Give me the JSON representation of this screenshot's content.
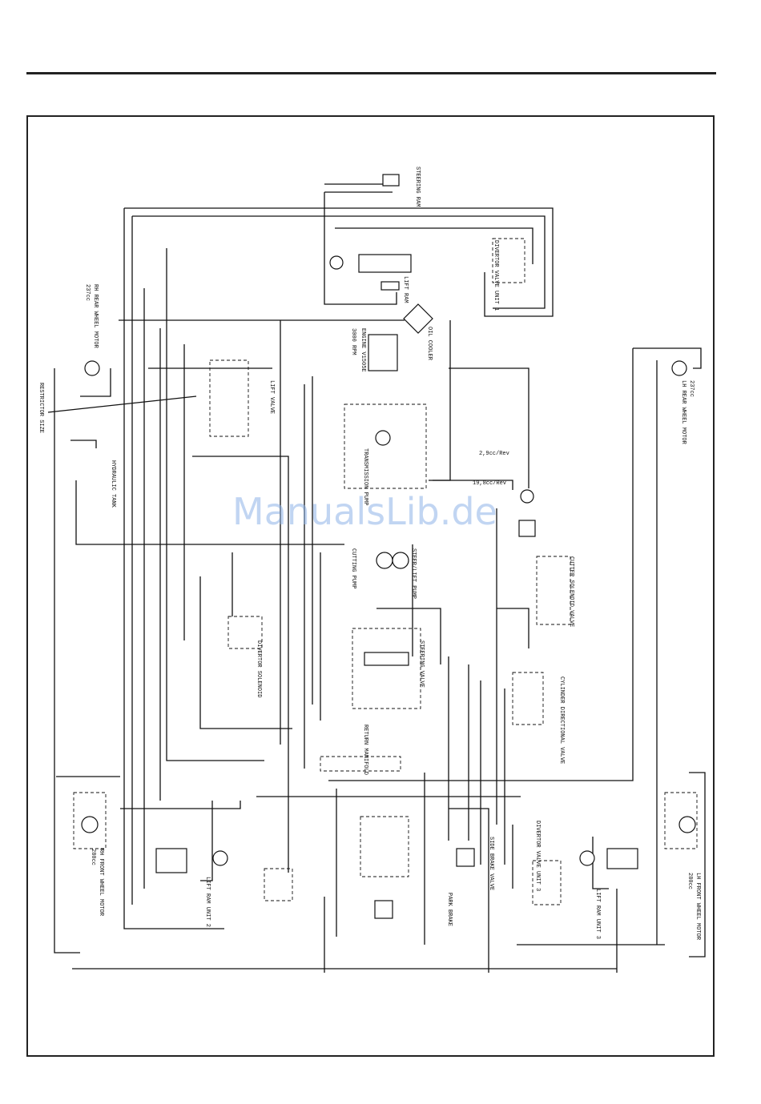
{
  "labels": {
    "steering_ram": "STEERING RAM",
    "lift_ram": "LIFT RAM",
    "divertor_unit_1": "DIVERTOR VALVE UNIT 1",
    "oil_cooler": "OIL COOLER",
    "engine": "ENGINE V1505E",
    "engine_rpm": "3000 RPM",
    "lift_valve": "LIFT VALVE",
    "restrictor": "RESTRICTOR SIZE",
    "rh_rear_motor": "RH REAR WHEEL MOTOR",
    "rh_rear_cc": "237cc",
    "lh_rear_motor": "LH REAR WHEEL MOTOR",
    "lh_rear_cc": "237cc",
    "tank": "HYDRAULIC TANK",
    "transmission_pump": "TRANSMISSION PUMP",
    "steer_lift_pump": "STEER/LIFT PUMP",
    "cutting_pump": "CUTTING PUMP",
    "flow_1": "19,8cc/Rev",
    "flow_2": "2,9cc/Rev",
    "steering_valve": "STEERING VALVE",
    "divertor_solenoid": "DIVERTOR SOLENOID",
    "cutter_solenoid": "CUTTER SOLENOID VALVE",
    "cylinder_valve": "CYLINDER DIRECTIONAL VALVE",
    "return_manifold": "RETURN MANIFOLD",
    "rh_front_motor": "RH FRONT WHEEL MOTOR",
    "rh_front_cc": "280cc",
    "lh_front_motor": "LH FRONT WHEEL MOTOR",
    "lh_front_cc": "280cc",
    "lift_ram_unit_2": "LIFT RAM UNIT 2",
    "lift_ram_unit_3": "LIFT RAM UNIT 3",
    "divertor_unit_3": "DIVERTOR VALVE UNIT 3",
    "side_brake": "SIDE BRAKE VALVE",
    "park_brake": "PARK BRAKE"
  },
  "watermark": "ManualsLib.de"
}
